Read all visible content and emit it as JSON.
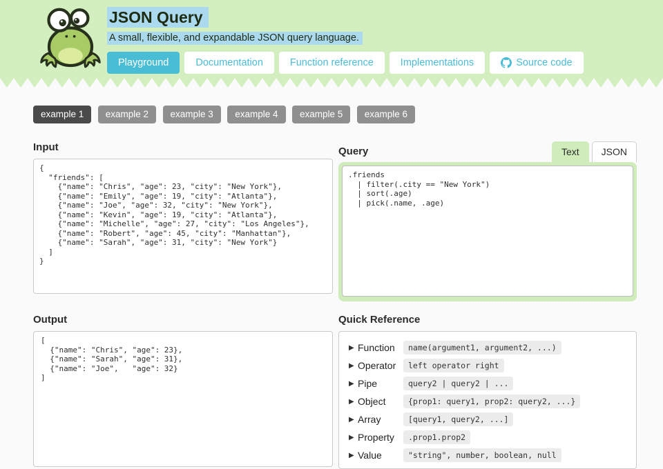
{
  "header": {
    "title": "JSON Query",
    "subtitle": "A small, flexible, and expandable JSON query language.",
    "logo": "frog-logo",
    "nav": [
      {
        "label": "Playground",
        "active": true
      },
      {
        "label": "Documentation",
        "active": false
      },
      {
        "label": "Function reference",
        "active": false
      },
      {
        "label": "Implementations",
        "active": false
      },
      {
        "label": "Source code",
        "active": false,
        "icon": "github-icon"
      }
    ]
  },
  "examples": [
    {
      "label": "example 1",
      "active": true
    },
    {
      "label": "example 2",
      "active": false
    },
    {
      "label": "example 3",
      "active": false
    },
    {
      "label": "example 4",
      "active": false
    },
    {
      "label": "example 5",
      "active": false
    },
    {
      "label": "example 6",
      "active": false
    }
  ],
  "input": {
    "label": "Input",
    "value": "{\n  \"friends\": [\n    {\"name\": \"Chris\", \"age\": 23, \"city\": \"New York\"},\n    {\"name\": \"Emily\", \"age\": 19, \"city\": \"Atlanta\"},\n    {\"name\": \"Joe\", \"age\": 32, \"city\": \"New York\"},\n    {\"name\": \"Kevin\", \"age\": 19, \"city\": \"Atlanta\"},\n    {\"name\": \"Michelle\", \"age\": 27, \"city\": \"Los Angeles\"},\n    {\"name\": \"Robert\", \"age\": 45, \"city\": \"Manhattan\"},\n    {\"name\": \"Sarah\", \"age\": 31, \"city\": \"New York\"}\n  ]\n}"
  },
  "query": {
    "label": "Query",
    "tabs": [
      {
        "label": "Text",
        "active": true
      },
      {
        "label": "JSON",
        "active": false
      }
    ],
    "value": ".friends\n  | filter(.city == \"New York\")\n  | sort(.age)\n  | pick(.name, .age)"
  },
  "output": {
    "label": "Output",
    "value": "[\n  {\"name\": \"Chris\", \"age\": 23},\n  {\"name\": \"Sarah\", \"age\": 31},\n  {\"name\": \"Joe\",   \"age\": 32}\n]"
  },
  "quick_reference": {
    "label": "Quick Reference",
    "items": [
      {
        "label": "Function",
        "code": "name(argument1, argument2, ...)"
      },
      {
        "label": "Operator",
        "code": "left operator right"
      },
      {
        "label": "Pipe",
        "code": "query2 | query2 | ..."
      },
      {
        "label": "Object",
        "code": "{prop1: query1, prop2: query2, ...}"
      },
      {
        "label": "Array",
        "code": "[query1, query2, ...]"
      },
      {
        "label": "Property",
        "code": ".prop1.prop2"
      },
      {
        "label": "Value",
        "code": "\"string\", number, boolean, null"
      }
    ]
  },
  "colors": {
    "header_background": "#d3efbf",
    "page_background": "#fafafa",
    "accent_teal": "#4abdd6",
    "highlight_blue": "#abdaee",
    "query_frame_green": "#cfecba",
    "example_active": "#4a4a4a",
    "example_inactive": "#8f8f8f",
    "code_chip_background": "#ececec"
  }
}
